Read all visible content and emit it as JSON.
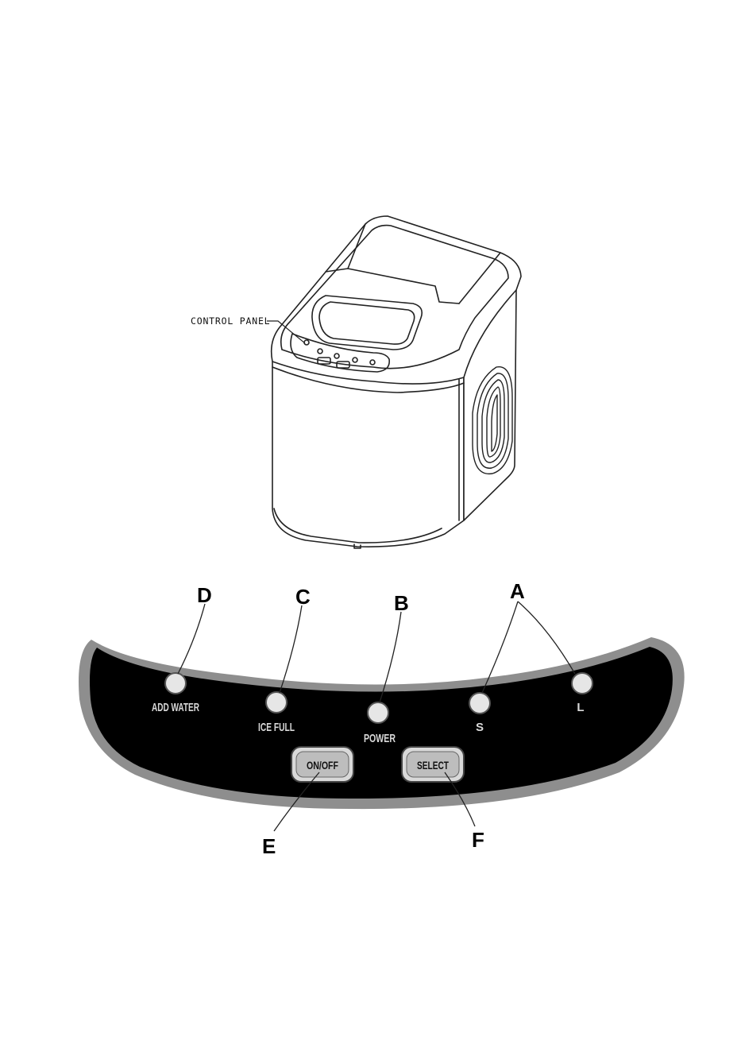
{
  "machine_callout": {
    "label": "CONTROL PANEL"
  },
  "panel": {
    "indicators": [
      {
        "id": "add-water",
        "label": "ADD WATER"
      },
      {
        "id": "ice-full",
        "label": "ICE FULL"
      },
      {
        "id": "power",
        "label": "POWER"
      },
      {
        "id": "small",
        "label": "S"
      },
      {
        "id": "large",
        "label": "L"
      }
    ],
    "buttons": [
      {
        "id": "on-off",
        "label": "ON/OFF"
      },
      {
        "id": "select",
        "label": "SELECT"
      }
    ]
  },
  "callouts": {
    "a": "A",
    "b": "B",
    "c": "C",
    "d": "D",
    "e": "E",
    "f": "F"
  },
  "colors": {
    "panel": "#000000",
    "panel_border": "#8e8e8e",
    "led": "#e6e6e6",
    "button": "#bdbdbd"
  }
}
